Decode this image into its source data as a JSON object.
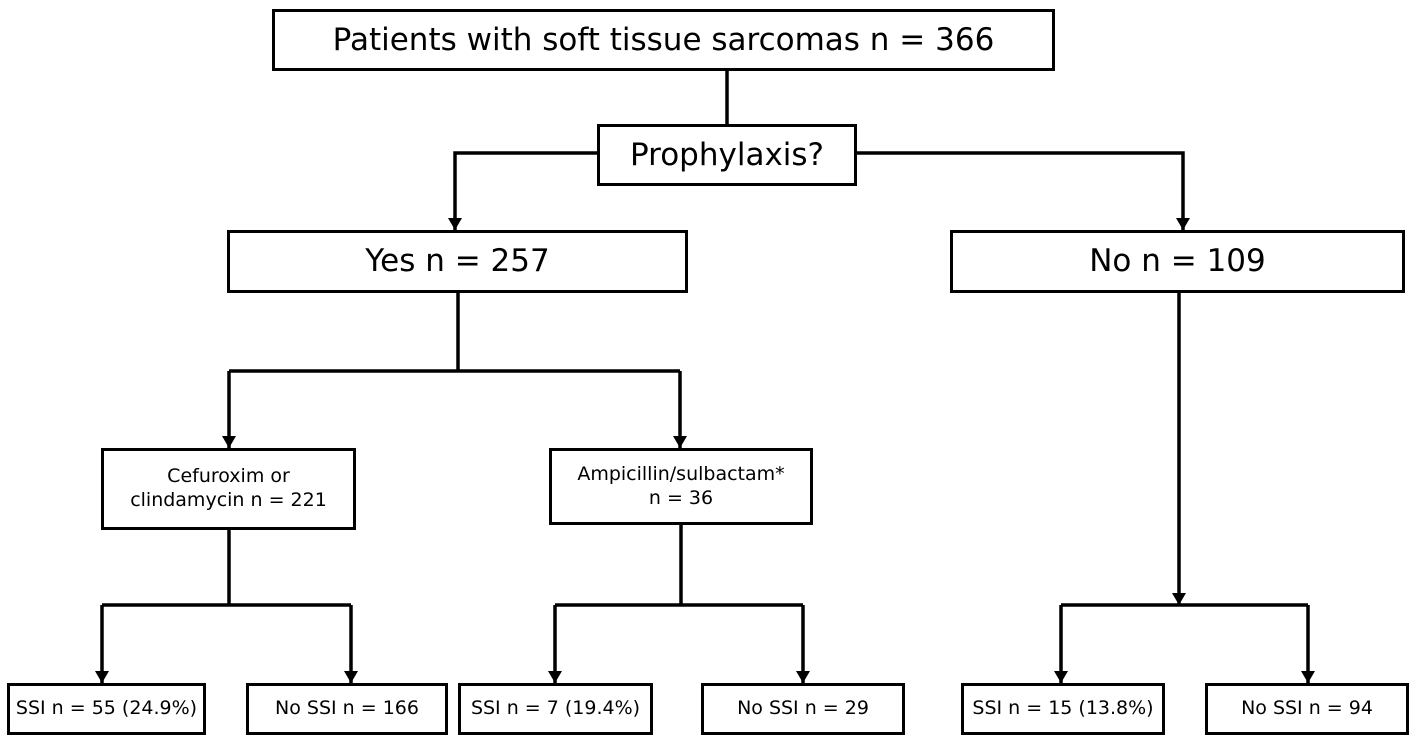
{
  "nodes": {
    "root": "Patients with soft tissue sarcomas n = 366",
    "prophylaxis": "Prophylaxis?",
    "yes": "Yes n = 257",
    "no": "No n = 109",
    "cefuroxim": {
      "line1": "Cefuroxim or",
      "line2": "clindamycin n = 221"
    },
    "ampicillin": {
      "line1": "Ampicillin/sulbactam*",
      "line2": "n = 36"
    },
    "ssi_cef": "SSI n = 55 (24.9%)",
    "nossi_cef": "No SSI n = 166",
    "ssi_amp": "SSI n = 7 (19.4%)",
    "nossi_amp": "No SSI n = 29",
    "ssi_no": "SSI n = 15 (13.8%)",
    "nossi_no": "No SSI n = 94"
  },
  "colors": {
    "line": "#000000",
    "box_border": "#000000",
    "background": "#ffffff"
  }
}
